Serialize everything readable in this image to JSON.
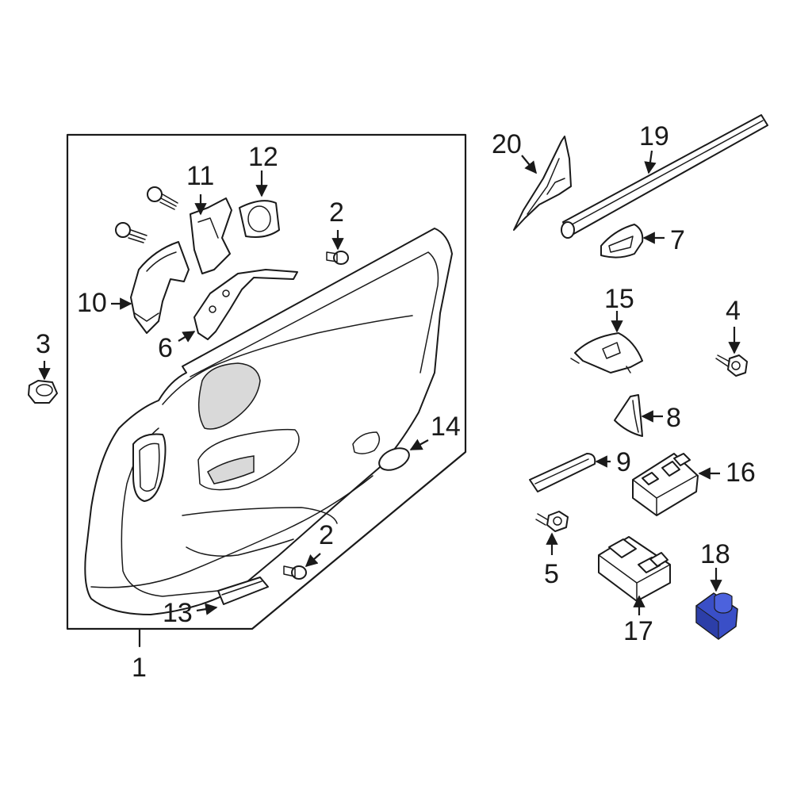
{
  "callouts": {
    "c1": "1",
    "c2a": "2",
    "c2b": "2",
    "c3": "3",
    "c4": "4",
    "c5": "5",
    "c6": "6",
    "c7": "7",
    "c8": "8",
    "c9": "9",
    "c10": "10",
    "c11": "11",
    "c12": "12",
    "c13": "13",
    "c14": "14",
    "c15": "15",
    "c16": "16",
    "c17": "17",
    "c18": "18",
    "c19": "19",
    "c20": "20"
  },
  "colors": {
    "highlight": "#3a4fc7",
    "line": "#1a1a1a",
    "background": "#ffffff"
  },
  "highlighted_part": "18"
}
